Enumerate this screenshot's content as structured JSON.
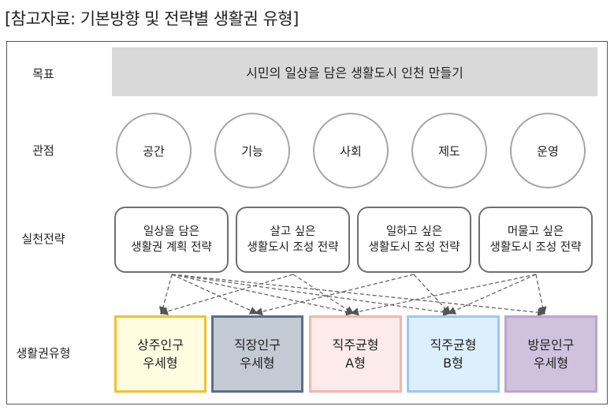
{
  "title": "[참고자료: 기본방향 및 전략별 생활권 유형]",
  "row_labels": {
    "goal": "목표",
    "perspective": "관점",
    "strategy": "실천전략",
    "type": "생활권유형"
  },
  "goal": "시민의 일상을 담은 생활도시 인천 만들기",
  "perspectives": [
    "공간",
    "기능",
    "사회",
    "제도",
    "운영"
  ],
  "strategies": [
    {
      "line1": "일상을 담은",
      "line2": "생활권 계획 전략"
    },
    {
      "line1": "살고 싶은",
      "line2": "생활도시 조성 전략"
    },
    {
      "line1": "일하고 싶은",
      "line2": "생활도시 조성 전략"
    },
    {
      "line1": "머물고 싶은",
      "line2": "생활도시 조성 전략"
    }
  ],
  "types": [
    {
      "line1": "상주인구",
      "line2": "우세형",
      "border": "#f2c12e",
      "fill": "#fffde1"
    },
    {
      "line1": "직장인구",
      "line2": "우세형",
      "border": "#5b6e89",
      "fill": "#c4cad4"
    },
    {
      "line1": "직주균형",
      "line2": "A형",
      "border": "#f4b6ae",
      "fill": "#fdeaea"
    },
    {
      "line1": "직주균형",
      "line2": "B형",
      "border": "#9cc8ef",
      "fill": "#ddeefc"
    },
    {
      "line1": "방문인구",
      "line2": "우세형",
      "border": "#b9a6cf",
      "fill": "#d0c2df"
    }
  ]
}
